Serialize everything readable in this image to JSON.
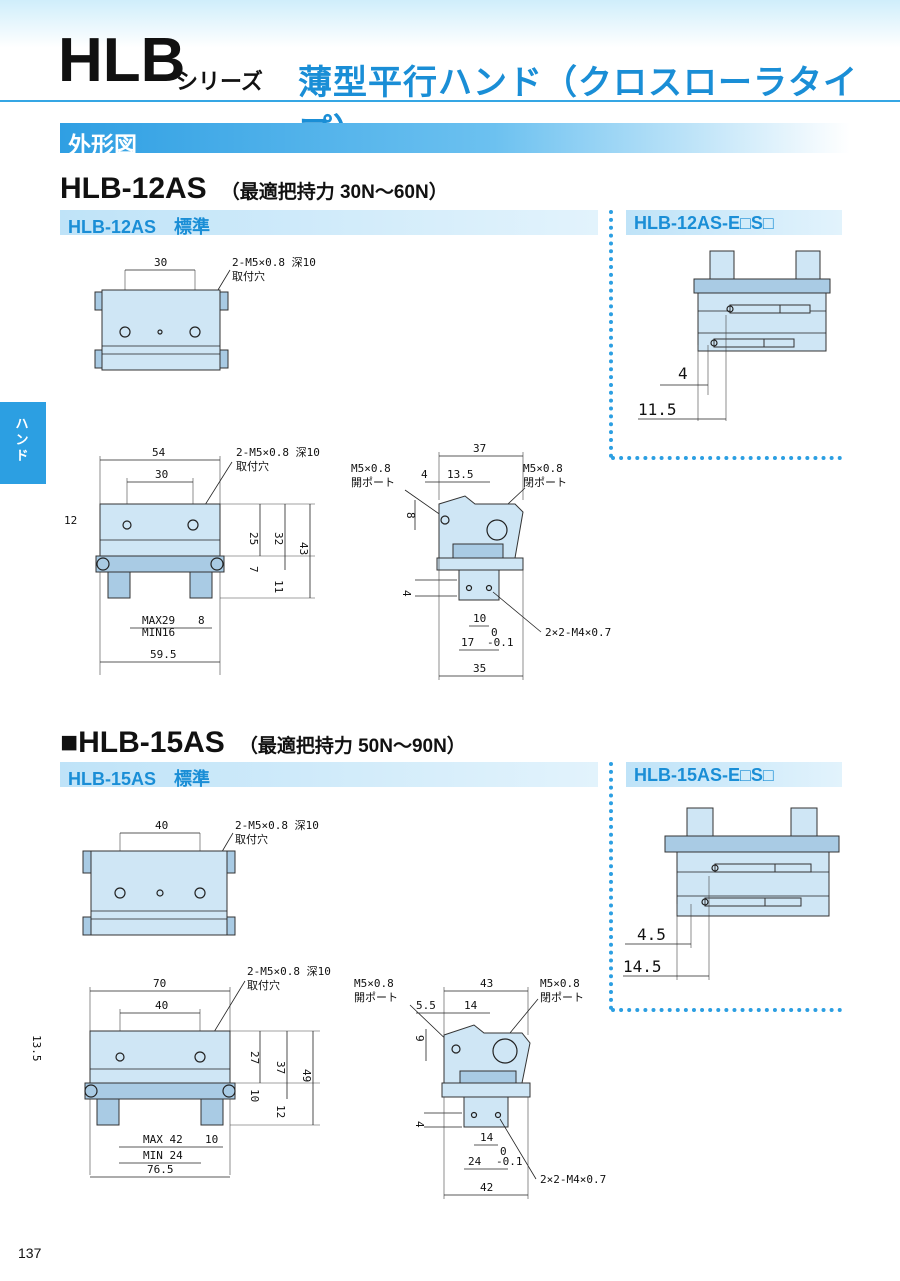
{
  "header": {
    "series": "HLB",
    "series_suffix": "シリーズ",
    "title": "薄型平行ハンド（クロスローラタイプ）"
  },
  "section_title": "外形図",
  "side_tab": "ハンド",
  "page_number": "137",
  "colors": {
    "accent": "#2c9fe2",
    "part_fill": "#cfe6f5"
  },
  "models": [
    {
      "heading": "HLB-12AS",
      "note": "（最適把持力 30N〜60N）",
      "std_label": "HLB-12AS　標準",
      "opt_label": "HLB-12AS-E□S□",
      "top_view": {
        "dim": "30",
        "hole": "2-M5×0.8 深10",
        "hole2": "取付穴"
      },
      "front_view": {
        "w_total": "54",
        "w_hole": "30",
        "hole": "2-M5×0.8 深10",
        "hole2": "取付穴",
        "left": "12",
        "v1": "25",
        "v2": "32",
        "v3": "43",
        "v4": "7",
        "v5": "11",
        "max": "MAX29",
        "min": "MIN16",
        "r8": "8",
        "bottom": "59.5"
      },
      "side_view": {
        "top": "37",
        "d1": "4",
        "d2": "13.5",
        "port_l": "M5×0.8",
        "port_l2": "開ポート",
        "port_r": "M5×0.8",
        "port_r2": "閉ポート",
        "h8": "8",
        "h4": "4",
        "d10": "10",
        "d17": "17",
        "tol": "0",
        "tol2": "-0.1",
        "screw": "2×2-M4×0.7",
        "bottom": "35"
      },
      "option_view": {
        "d1": "4",
        "d2": "11.5"
      }
    },
    {
      "heading": "■HLB-15AS",
      "note": "（最適把持力 50N〜90N）",
      "std_label": "HLB-15AS　標準",
      "opt_label": "HLB-15AS-E□S□",
      "top_view": {
        "dim": "40",
        "hole": "2-M5×0.8 深10",
        "hole2": "取付穴"
      },
      "front_view": {
        "w_total": "70",
        "w_hole": "40",
        "hole": "2-M5×0.8 深10",
        "hole2": "取付穴",
        "left": "13.5",
        "v1": "27",
        "v2": "37",
        "v3": "49",
        "v4": "10",
        "v5": "12",
        "max": "MAX 42",
        "min": "MIN 24",
        "r8": "10",
        "bottom": "76.5"
      },
      "side_view": {
        "top": "43",
        "d1": "5.5",
        "d2": "14",
        "port_l": "M5×0.8",
        "port_l2": "開ポート",
        "port_r": "M5×0.8",
        "port_r2": "閉ポート",
        "h8": "9",
        "h4": "4",
        "d10": "14",
        "d17": "24",
        "tol": "0",
        "tol2": "-0.1",
        "screw": "2×2-M4×0.7",
        "bottom": "42"
      },
      "option_view": {
        "d1": "4.5",
        "d2": "14.5"
      }
    }
  ]
}
